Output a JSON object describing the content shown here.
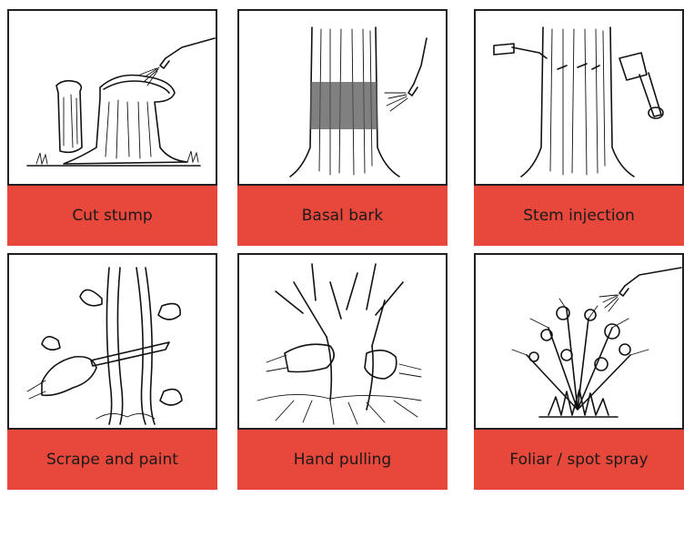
{
  "methods": [
    {
      "label": "Cut stump",
      "icon": "cut-stump-illustration"
    },
    {
      "label": "Basal bark",
      "icon": "basal-bark-illustration"
    },
    {
      "label": "Stem injection",
      "icon": "stem-injection-illustration"
    },
    {
      "label": "Scrape and paint",
      "icon": "scrape-and-paint-illustration"
    },
    {
      "label": "Hand pulling",
      "icon": "hand-pulling-illustration"
    },
    {
      "label": "Foliar / spot spray",
      "icon": "foliar-spray-illustration"
    }
  ],
  "colors": {
    "caption_background": "#e8473b",
    "frame_border": "#231f20",
    "text": "#1a1a1a"
  }
}
